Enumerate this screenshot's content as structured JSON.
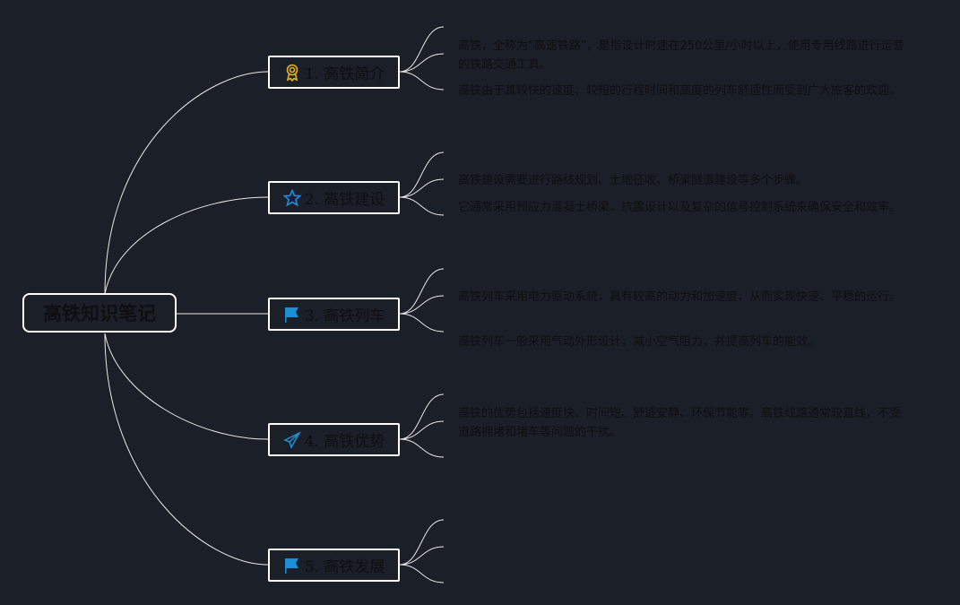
{
  "root": {
    "label": "高铁知识笔记"
  },
  "branches": [
    {
      "label": "1. 高铁简介",
      "icon": "award-ribbon-icon",
      "icon_color": "#e6b422",
      "notes": [
        "高铁，全称为“高速铁路”，是指设计时速在250公里/小时以上，使用专用线路进行运营的铁路交通工具。",
        "高铁由于其较快的速度、较短的行程时间和高度的列车舒适性而受到广大旅客的欢迎。"
      ]
    },
    {
      "label": "2. 高铁建设",
      "icon": "star-icon",
      "icon_color": "#1e8fd6",
      "notes": [
        "高铁建设需要进行路线规划、土地征收、桥梁隧道建设等多个步骤。",
        "它通常采用预应力混凝土桥梁、抗震设计以及复杂的信号控制系统来确保安全和效率。"
      ]
    },
    {
      "label": "3. 高铁列车",
      "icon": "flag-icon",
      "icon_color": "#1e8fd6",
      "notes": [
        "高铁列车采用电力驱动系统，具有较高的动力和加速度，从而实现快速、平稳的运行。",
        "高铁列车一般采用气动外形设计，减小空气阻力，并提高列车的能效。"
      ]
    },
    {
      "label": "4. 高铁优势",
      "icon": "paper-plane-icon",
      "icon_color": "#1e8fd6",
      "notes": [
        "高铁的优势包括速度快、时间短、舒适安静、环保节能等。高铁线路通常较直线，不受道路拥堵和堵车等问题的干扰。"
      ]
    },
    {
      "label": "5. 高铁发展",
      "icon": "flag-icon",
      "icon_color": "#1e8fd6",
      "notes": []
    }
  ]
}
